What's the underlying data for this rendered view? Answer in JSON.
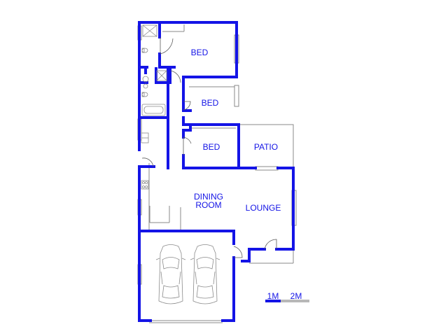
{
  "rooms": {
    "bed_1": "BED",
    "bed_2": "BED",
    "bed_3": "BED",
    "patio": "PATIO",
    "dining_line1": "DINING",
    "dining_line2": "ROOM",
    "lounge": "LOUNGE"
  },
  "scale": {
    "label_1": "1M",
    "label_2": "2M"
  },
  "colors": {
    "walls": "#1414e6",
    "labels": "#1414e6",
    "fixtures": "#8a8a8a"
  }
}
